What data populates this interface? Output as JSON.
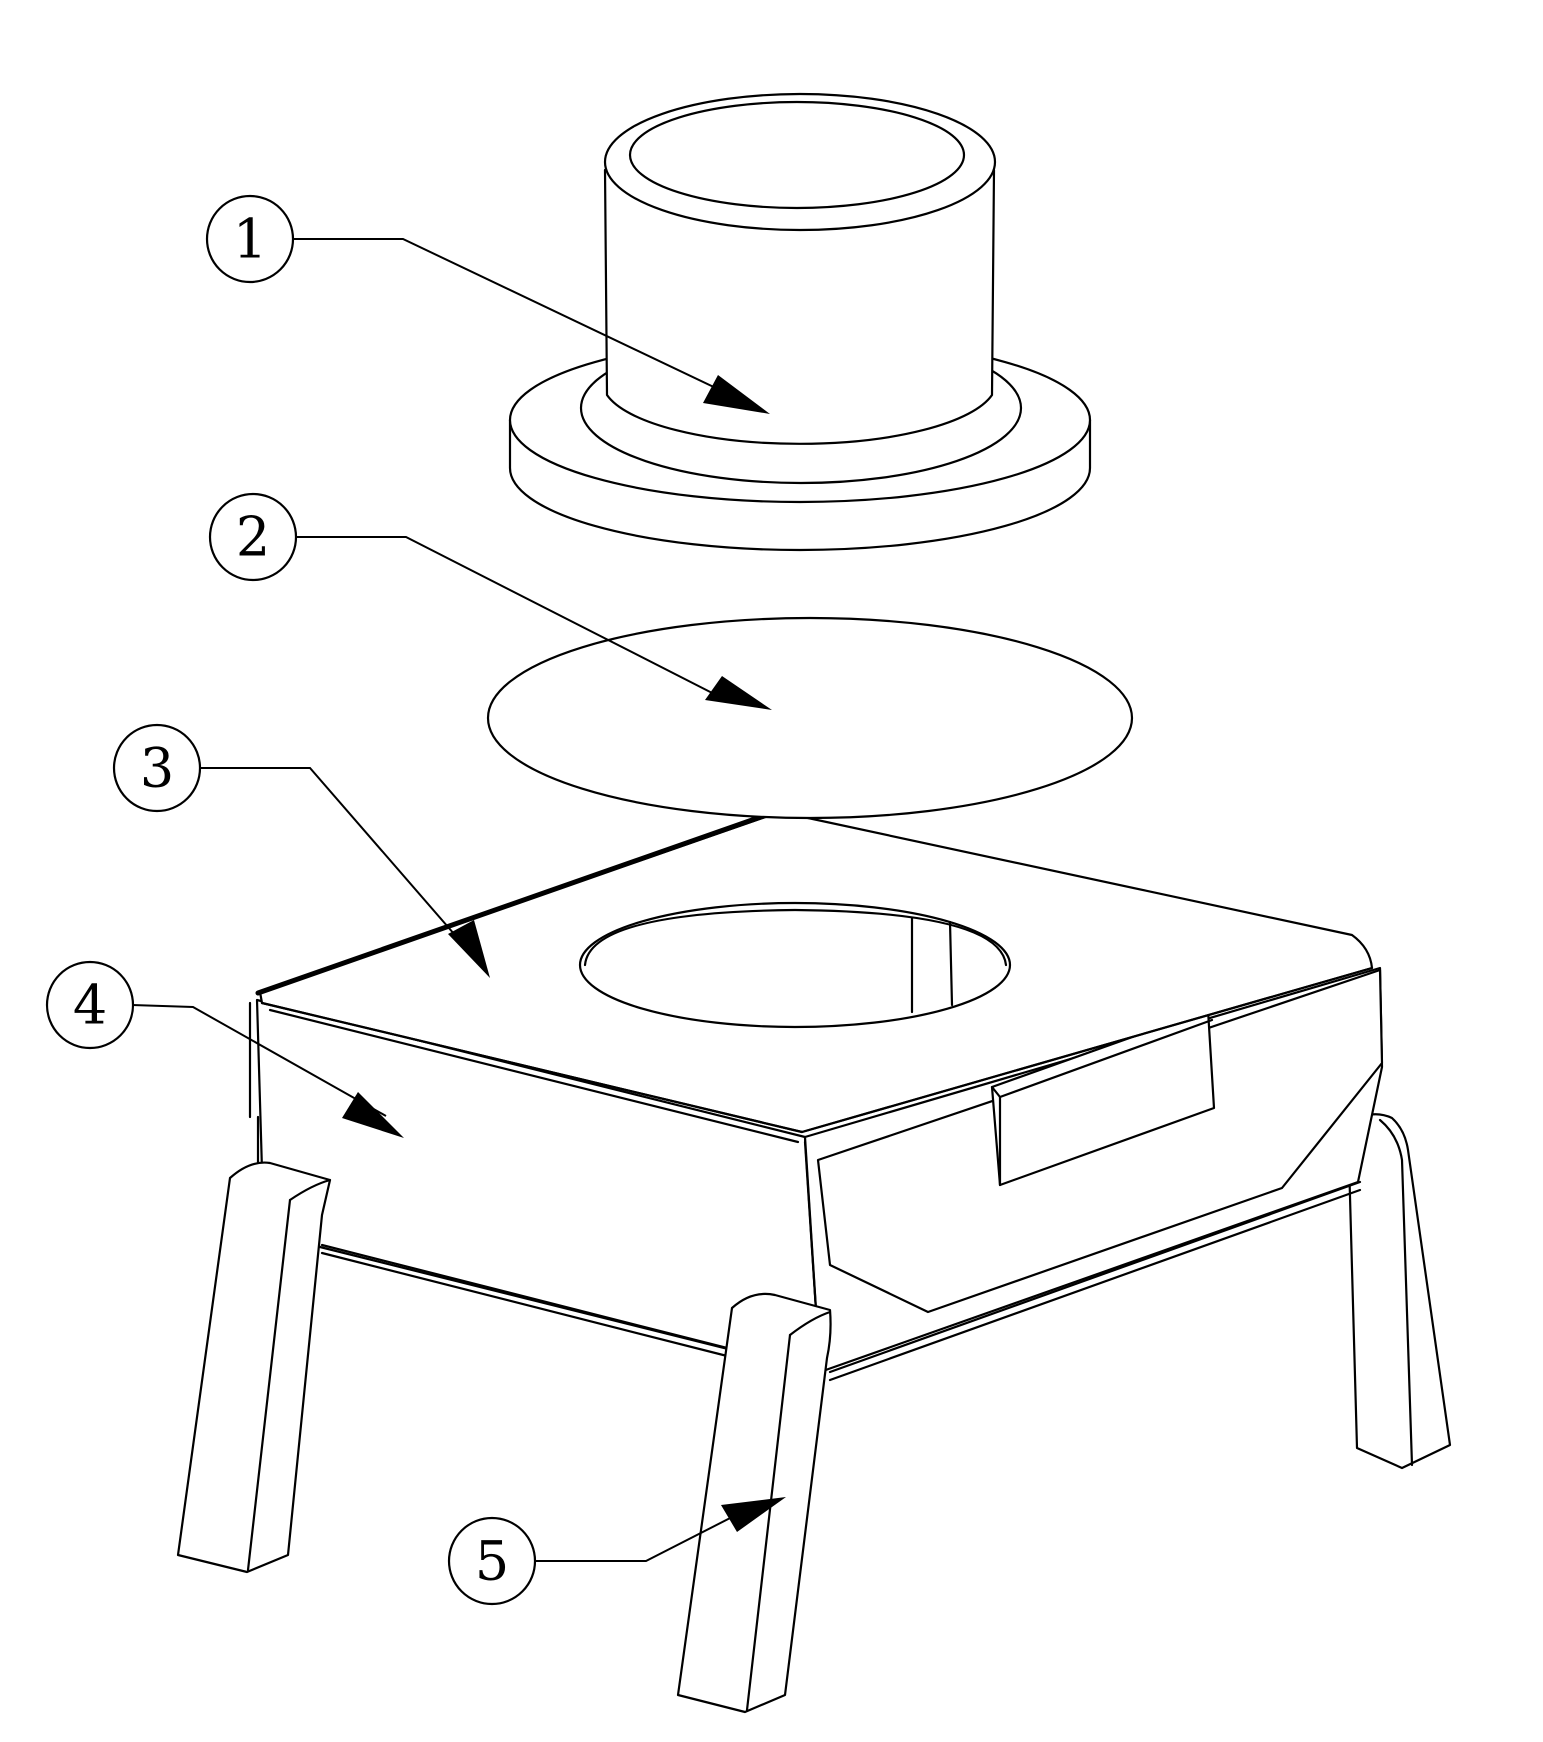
{
  "diagram": {
    "type": "exploded-assembly-drawing",
    "callouts": [
      {
        "id": "c1",
        "label": "1",
        "part": "cylindrical-cap"
      },
      {
        "id": "c2",
        "label": "2",
        "part": "disc"
      },
      {
        "id": "c3",
        "label": "3",
        "part": "base-top-plate"
      },
      {
        "id": "c4",
        "label": "4",
        "part": "base-side-wall"
      },
      {
        "id": "c5",
        "label": "5",
        "part": "leg"
      }
    ]
  },
  "colors": {
    "line": "#000000",
    "background": "#ffffff"
  }
}
